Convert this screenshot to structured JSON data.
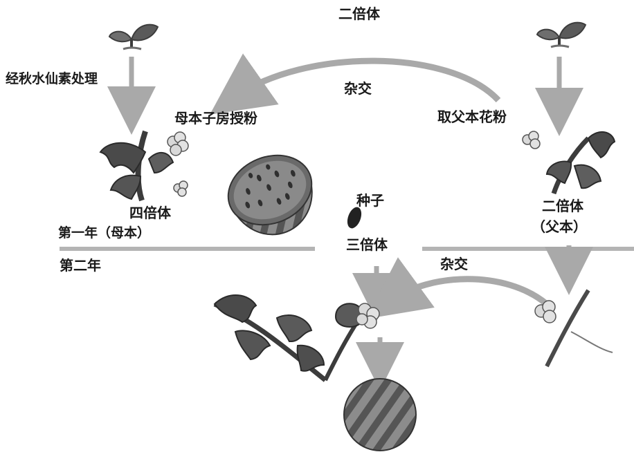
{
  "labels": {
    "top_diploid": "二倍体",
    "colchicine": "经秋水仙素处理",
    "cross_top": "杂交",
    "mother_pollinate": "母本子房授粉",
    "take_pollen": "取父本花粉",
    "tetraploid": "四倍体",
    "year_one": "第一年（母本）",
    "seed": "种子",
    "triploid": "三倍体",
    "diploid_right": "二倍体",
    "father": "（父本）",
    "year_two": "第二年",
    "cross_bottom": "杂交"
  },
  "colors": {
    "arrow": "#a9a9a9",
    "line": "#b4b4b4",
    "leaf_dark": "#3c3c3c",
    "leaf_mid": "#6e6e6e",
    "melon_stripe": "#555555",
    "melon_light": "#8c8c8c",
    "flower": "#d9d9d9"
  },
  "icons": [
    "seedling-icon",
    "flower-icon",
    "watermelon-half-icon",
    "seed-icon",
    "watermelon-icon"
  ]
}
